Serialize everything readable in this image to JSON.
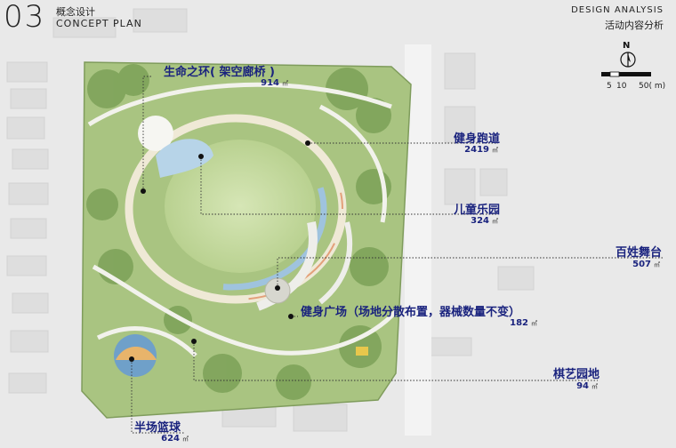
{
  "header": {
    "section_number": "03",
    "title_zh": "概念设计",
    "title_en": "CONCEPT PLAN",
    "analysis_en": "DESIGN ANALYSIS",
    "analysis_zh": "活动内容分析"
  },
  "north_arrow": {
    "letter": "N"
  },
  "scale_bar": {
    "label_1": "5",
    "label_2": "10",
    "label_3": "50( m)"
  },
  "unit": "㎡",
  "areas": [
    {
      "name": "生命之环( 架空廊桥 )",
      "value": "914"
    },
    {
      "name": "健身跑道",
      "value": "2419"
    },
    {
      "name": "儿童乐园",
      "value": "324"
    },
    {
      "name": "百姓舞台",
      "value": "507"
    },
    {
      "name": "健身广场（场地分散布置，器械数量不变）",
      "value": "182"
    },
    {
      "name": "棋艺园地",
      "value": "94"
    },
    {
      "name": "半场篮球",
      "value": "624"
    }
  ],
  "colors": {
    "label": "#1a237e",
    "park_green": "#8fb068",
    "lawn": "#c9dca6",
    "path": "#f2f2ec"
  }
}
